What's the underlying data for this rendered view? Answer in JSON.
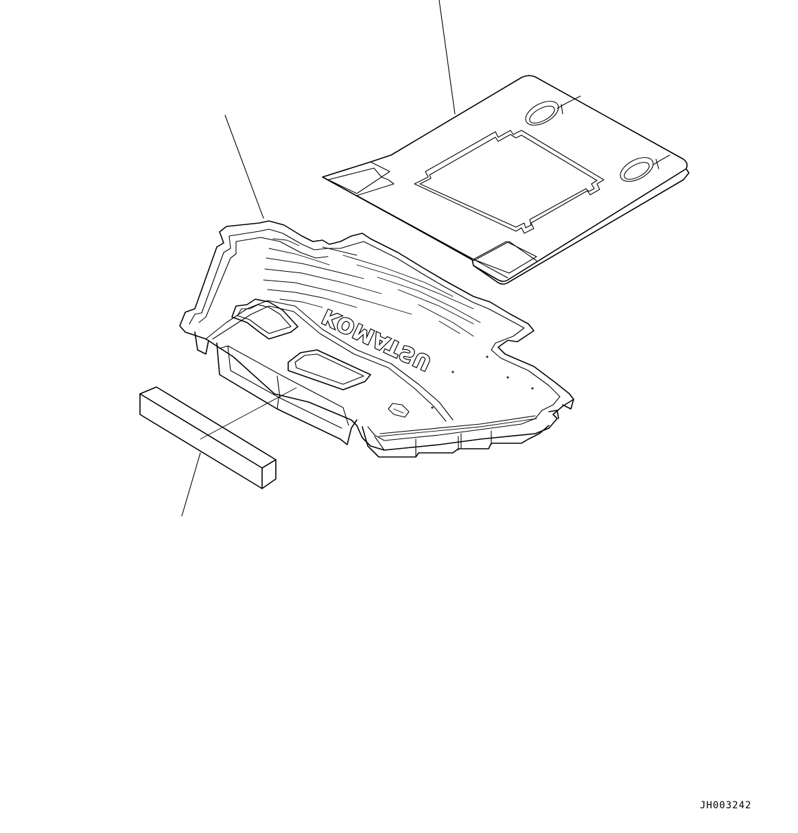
{
  "drawing": {
    "code": "JH003242",
    "logo_text": "KOMATSU",
    "line_color": "#000000",
    "background_color": "#ffffff"
  },
  "parts": [
    {
      "name": "floor-mat-rear",
      "icon": "floor-mat-flat"
    },
    {
      "name": "floor-mat-front",
      "icon": "floor-mat-molded"
    },
    {
      "name": "foam-block",
      "icon": "rectangular-block"
    }
  ]
}
